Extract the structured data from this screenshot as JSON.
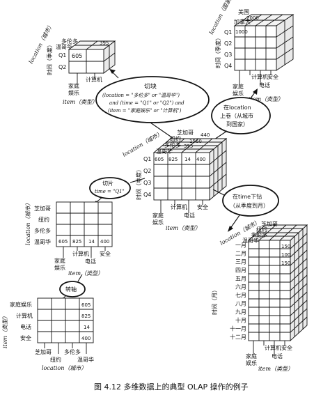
{
  "caption": "图 4.12   多维数据上的典型 OLAP 操作的例子",
  "dims": {
    "location_city": "location（城市）",
    "location_country": "location（国家）",
    "time_quarter": "时间（季度）",
    "time_month": "时间（月）",
    "item_type": "item（类型）",
    "item_type_vertical": "item（类型）",
    "location_city_bottom": "location（城市）"
  },
  "cities": [
    "芝加哥",
    "纽约",
    "多伦多",
    "温哥华"
  ],
  "countries": [
    "美国",
    "加拿大"
  ],
  "quarters": [
    "Q1",
    "Q2",
    "Q3",
    "Q4"
  ],
  "dice_quarters": [
    "Q1",
    "Q2"
  ],
  "dice_cities": [
    "多伦多",
    "温哥华"
  ],
  "months": [
    "一月",
    "二月",
    "三月",
    "四月",
    "五月",
    "六月",
    "七月",
    "八月",
    "九月",
    "十月",
    "十一月",
    "十二月"
  ],
  "items": [
    "家庭娱乐",
    "计算机",
    "电话",
    "安全"
  ],
  "item_words": {
    "home": "家庭",
    "ent": "娱乐",
    "computer": "计算机",
    "phone": "电话",
    "security": "安全"
  },
  "values": {
    "dice_top": "395",
    "dice_front": "605",
    "rollup_top": "2000",
    "rollup_front": "1000",
    "central_top_back": "440",
    "central_top_mid": "1560",
    "central_top_front": "395",
    "central_row": [
      "605",
      "825",
      "14",
      "400"
    ],
    "drill": [
      "150",
      "100",
      "150"
    ],
    "slice_row": [
      "605",
      "825",
      "14",
      "400"
    ],
    "pivot_col": [
      "605",
      "825",
      "14",
      "400"
    ]
  },
  "ops": {
    "dice_title": "切块",
    "dice_line1": "(location = \"多伦多\" or \"温哥华\")",
    "dice_line2": "and (time = \"Q1\" or \"Q2\") and",
    "dice_line3": "(item = \"家庭娱乐\" or \"计算机\")",
    "rollup_title": "在location",
    "rollup_line1": "上卷（从城市",
    "rollup_line2": "到国家）",
    "slice_title": "切片",
    "slice_line1": "time = \"Q1\"",
    "drill_title": "在time下钻",
    "drill_line1": "（从季度到月）",
    "pivot_title": "转轴"
  }
}
